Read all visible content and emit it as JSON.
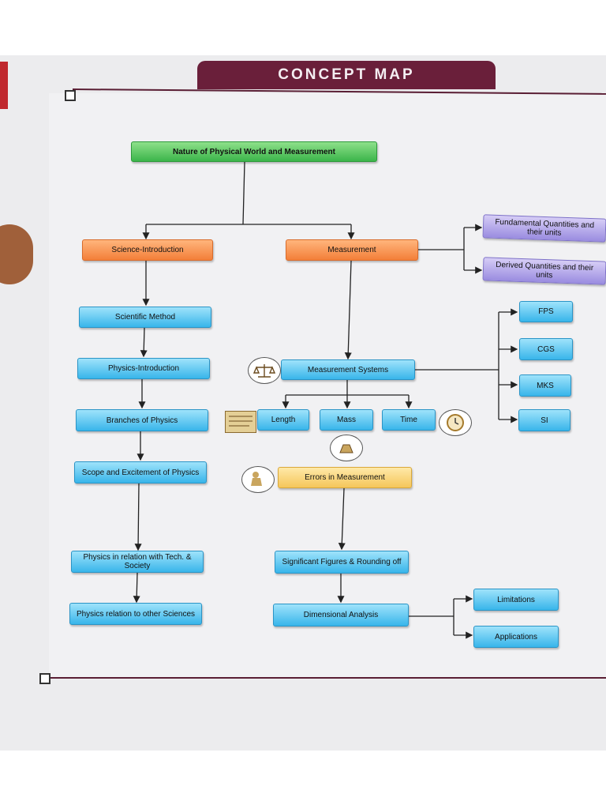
{
  "header": {
    "title": "CONCEPT MAP"
  },
  "nodes": {
    "root": "Nature of Physical World and Measurement",
    "science_intro": "Science-Introduction",
    "measurement": "Measurement",
    "fundamental": "Fundamental Quantities and their units",
    "derived": "Derived Quantities and their units",
    "scientific_method": "Scientific Method",
    "physics_intro": "Physics-Introduction",
    "branches": "Branches of Physics",
    "scope": "Scope and Excitement of Physics",
    "tech_society": "Physics in relation with Tech. & Society",
    "other_sciences": "Physics relation to other Sciences",
    "measurement_systems": "Measurement Systems",
    "fps": "FPS",
    "cgs": "CGS",
    "mks": "MKS",
    "si": "SI",
    "length": "Length",
    "mass": "Mass",
    "time": "Time",
    "errors": "Errors in Measurement",
    "sig_figs": "Significant Figures & Rounding off",
    "dimensional": "Dimensional Analysis",
    "limitations": "Limitations",
    "applications": "Applications"
  },
  "icons": [
    "balance-scale-icon",
    "ruler-icon",
    "weight-icon",
    "clock-icon",
    "thinking-figure-icon"
  ]
}
